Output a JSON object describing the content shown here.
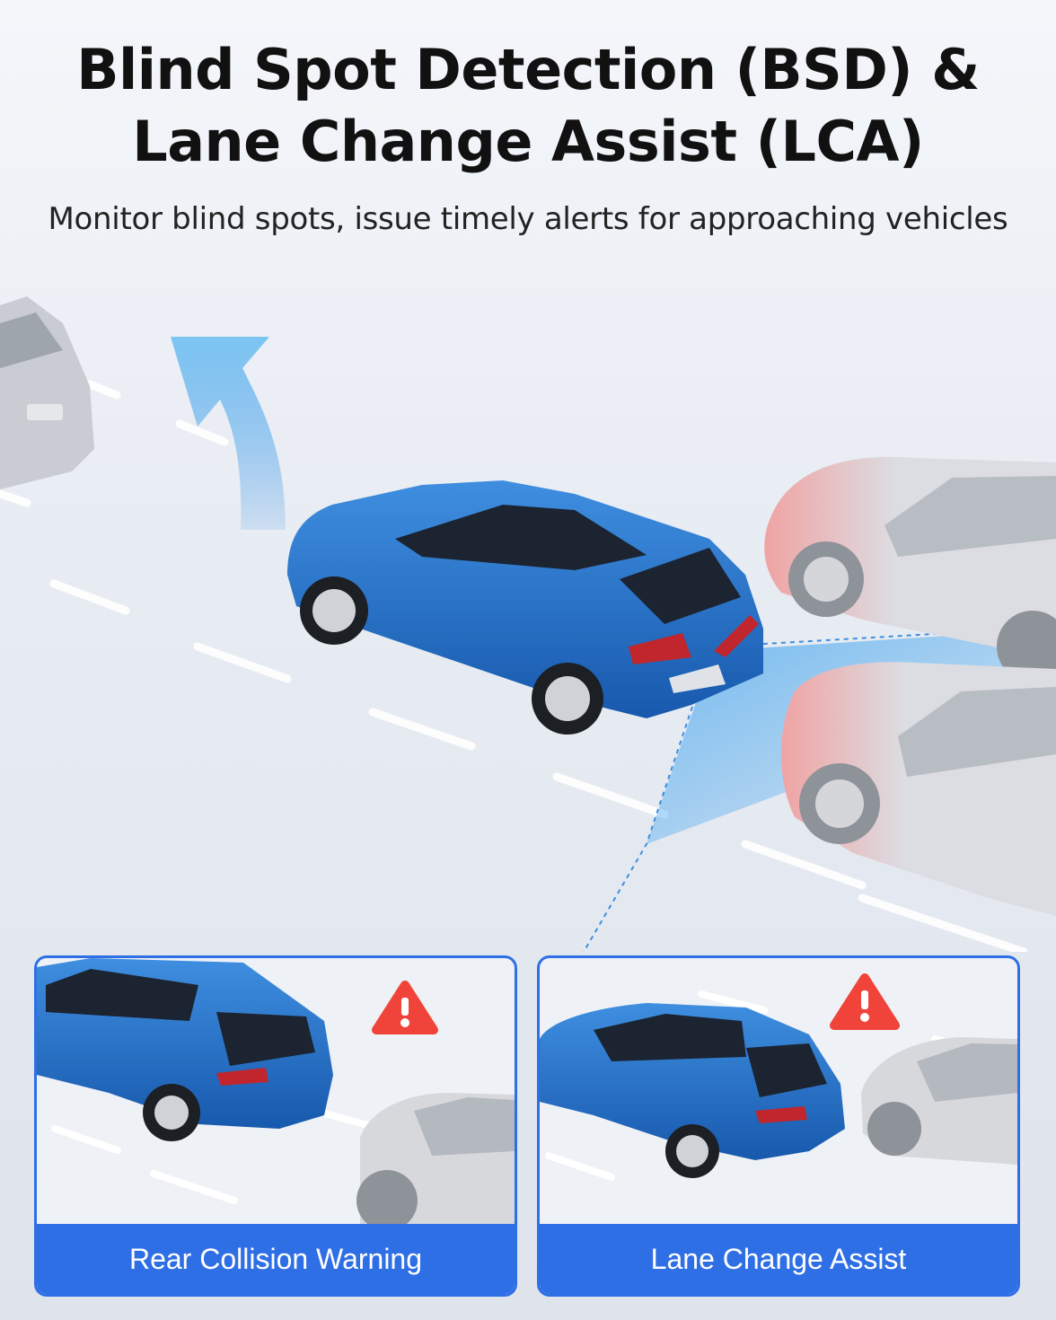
{
  "header": {
    "title_line1": "Blind Spot Detection (BSD) &",
    "title_line2": "Lane Change Assist (LCA)",
    "subtitle": "Monitor blind spots, issue timely alerts for approaching vehicles"
  },
  "panels": [
    {
      "label": "Rear Collision Warning",
      "icon": "warning-triangle-icon"
    },
    {
      "label": "Lane Change Assist",
      "icon": "warning-triangle-icon"
    }
  ],
  "colors": {
    "accent_blue": "#2f6fe6",
    "car_blue": "#1f6fc4",
    "warning_red": "#f0443a",
    "arrow_blue": "#6cb8ef"
  }
}
